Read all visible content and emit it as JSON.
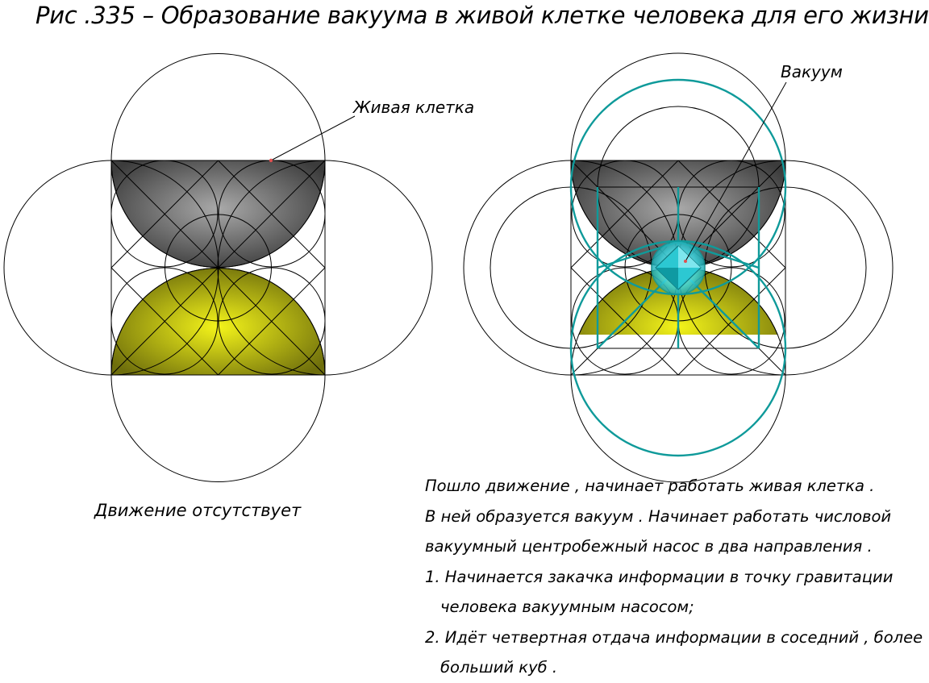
{
  "title": "Рис .335 – Образование вакуума в живой клетке человека для его жизни",
  "labels": {
    "live_cell": "Живая клетка",
    "vacuum": "Вакуум"
  },
  "caption_left": "Движение отсутствует",
  "description": [
    "Пошло движение , начинает работать живая клетка .",
    "В ней образуется вакуум . Начинает работать числовой",
    "вакуумный центробежный насос в два направления .",
    "1. Начинается закачка информации в точку гравитации",
    "человека вакуумным насосом;",
    "2. Идёт четвертная отдача информации в соседний , более",
    "больший куб ."
  ],
  "colors": {
    "line": "#000000",
    "gray_dome_light": "#a9a9a9",
    "gray_dome_dark": "#3c3c3c",
    "yellow_dome_light": "#f4f41a",
    "yellow_dome_dark": "#6e6e0c",
    "vacuum_teal": "#0f9a9a",
    "vacuum_core": "#3cd6e0",
    "marker": "#e05050"
  }
}
